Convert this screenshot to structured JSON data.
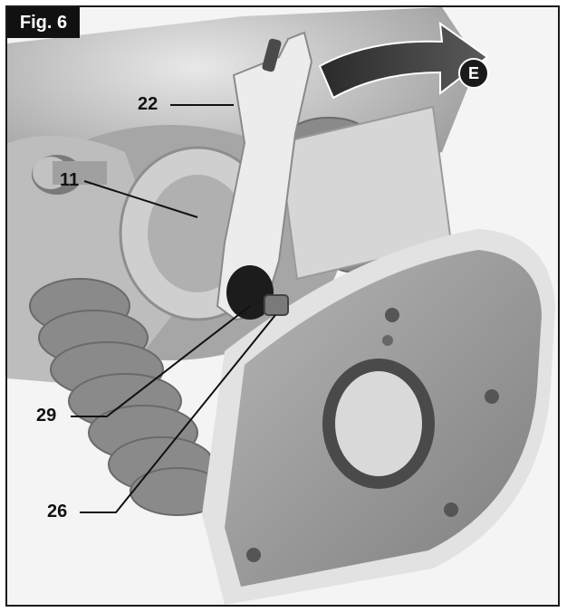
{
  "figure": {
    "label": "Fig. 6",
    "direction_marker": "E",
    "callouts": [
      "22",
      "11",
      "29",
      "26"
    ]
  },
  "colors": {
    "frame": "#1a1a1a",
    "tag_bg": "#111111",
    "bellows": "#8a8a8a",
    "base_plate": "#9c9c9c",
    "wrench": "#e6e6e6"
  }
}
